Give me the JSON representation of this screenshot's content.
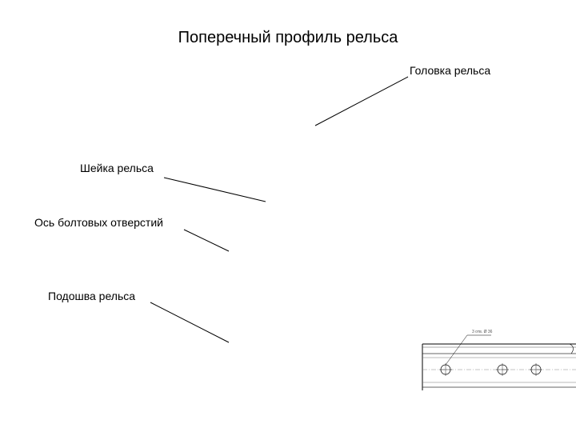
{
  "diagram": {
    "title": "Поперечный профиль рельса",
    "labels": {
      "head": "Головка рельса",
      "web": "Шейка рельса",
      "bolt_axis": "Ось болтовых отверстий",
      "base": "Подошва рельса"
    },
    "rail_note": "3 отв. Ø 36"
  }
}
